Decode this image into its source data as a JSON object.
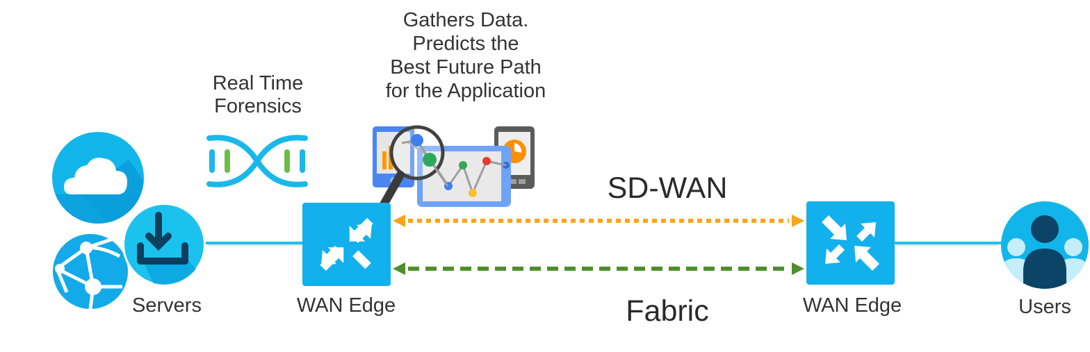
{
  "diagram": {
    "title_overlay": "SD-WAN",
    "labels": {
      "servers": "Servers",
      "wan_edge_left": "WAN Edge",
      "wan_edge_right": "WAN Edge",
      "users": "Users",
      "sdwan": "SD-WAN",
      "fabric": "Fabric",
      "forensics": [
        "Real Time",
        "Forensics"
      ],
      "analytics": [
        "Gathers Data.",
        "Predicts the",
        "Best Future Path",
        "for the Application"
      ]
    },
    "links": [
      {
        "from": "servers",
        "to": "wan_edge_left",
        "style": "solid",
        "color": "#1cc3ea"
      },
      {
        "from": "wan_edge_left",
        "to": "wan_edge_right",
        "name": "SD-WAN",
        "style": "dotted",
        "color": "#f9a51b",
        "bidirectional": true
      },
      {
        "from": "wan_edge_left",
        "to": "wan_edge_right",
        "name": "Fabric",
        "style": "dashed",
        "color": "#4e8f2d",
        "bidirectional": true
      },
      {
        "from": "wan_edge_right",
        "to": "users",
        "style": "solid",
        "color": "#1cc3ea"
      }
    ],
    "colors": {
      "primary_blue": "#00aeef",
      "dark_navy": "#0b3a5b",
      "dna_green": "#6cbd45",
      "analytics_blue": "#4285f4",
      "analytics_green": "#34a853",
      "analytics_red": "#ea4335",
      "analytics_yellow": "#fbbc05",
      "analytics_orange": "#ff8f00"
    }
  }
}
